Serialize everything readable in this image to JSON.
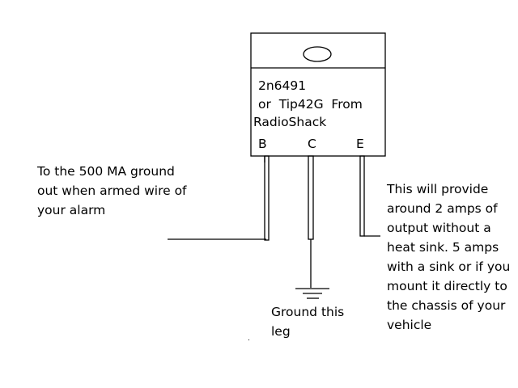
{
  "transistor": {
    "part_number": "2n6491",
    "alt_line": "or  Tip42G  From",
    "source": "RadioShack",
    "pins": [
      "B",
      "C",
      "E"
    ]
  },
  "labels": {
    "base_note": [
      "To the 500 MA ground",
      "out when armed wire of",
      "your alarm"
    ],
    "emitter_note": [
      "This will provide",
      "around 2 amps of",
      "output without a",
      "heat sink. 5 amps",
      "with a sink or if you",
      "mount it directly to",
      "the chassis of your",
      "vehicle"
    ],
    "collector_note": [
      "Ground this",
      "leg"
    ]
  }
}
